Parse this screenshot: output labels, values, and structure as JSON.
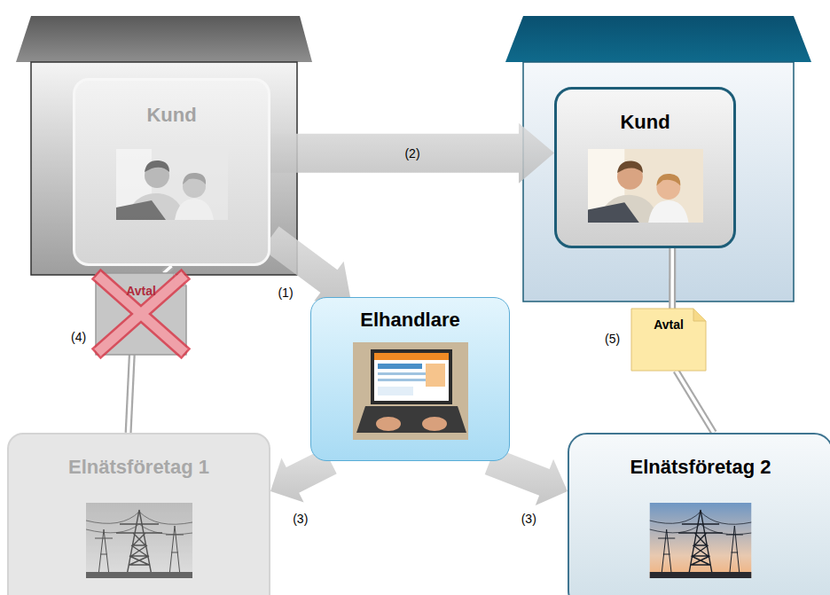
{
  "diagram": {
    "nodes": [
      {
        "text": [
          "Kund"
        ]
      },
      {
        "text": [
          "Kund"
        ]
      },
      {
        "text": [
          "Avtal"
        ]
      },
      {
        "text": [
          "Elhandlare"
        ]
      },
      {
        "text": [
          "Avtal"
        ]
      },
      {
        "text": [
          "Elnätsföretag 1"
        ]
      },
      {
        "text": [
          "Elnätsföretag 2"
        ]
      }
    ],
    "edges": [
      {
        "from": 0,
        "to": 1,
        "arrow": "to",
        "label": "(2)"
      },
      {
        "from": 0,
        "to": 3,
        "arrow": "to",
        "label": "(1)"
      },
      {
        "from": 3,
        "to": 5,
        "arrow": "to",
        "label": "(3)"
      },
      {
        "from": 3,
        "to": 6,
        "arrow": "to",
        "label": "(3)"
      },
      {
        "from": 0,
        "to": 2,
        "arrow": "none"
      },
      {
        "from": 2,
        "to": 5,
        "arrow": "none"
      },
      {
        "from": 1,
        "to": 4,
        "arrow": "none"
      },
      {
        "from": 4,
        "to": 6,
        "arrow": "none"
      }
    ],
    "labels": [
      "(4)",
      "(5)"
    ]
  }
}
